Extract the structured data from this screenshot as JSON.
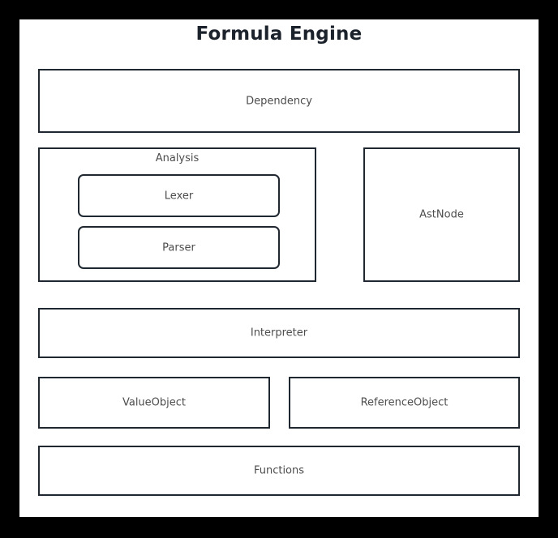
{
  "diagram": {
    "title": "Formula Engine",
    "background_color": "#000000",
    "panel_color": "#ffffff",
    "border_color": "#1f2730",
    "title_color": "#1c222b",
    "label_color": "#4d4d4d",
    "nodes": {
      "dependency": {
        "label": "Dependency"
      },
      "analysis": {
        "label": "Analysis"
      },
      "lexer": {
        "label": "Lexer"
      },
      "parser": {
        "label": "Parser"
      },
      "astnode": {
        "label": "AstNode"
      },
      "interpreter": {
        "label": "Interpreter"
      },
      "valueobject": {
        "label": "ValueObject"
      },
      "referenceobject": {
        "label": "ReferenceObject"
      },
      "functions": {
        "label": "Functions"
      }
    }
  }
}
